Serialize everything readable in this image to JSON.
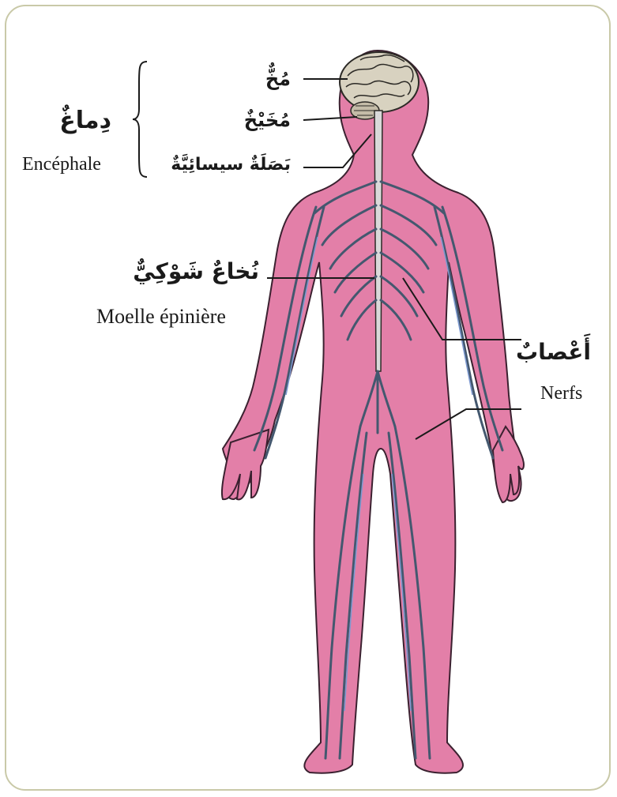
{
  "labels": {
    "brain": "مُخٌّ",
    "cerebellum": "مُخَيْخٌ",
    "medulla": "بَصَلَةٌ سيسائِيَّةٌ",
    "encephale_ar": "دِماغٌ",
    "encephale_fr": "Encéphale",
    "spinal_cord_ar": "نُخاعٌ شَوْكِيٌّ",
    "spinal_cord_fr": "Moelle épinière",
    "nerves_ar": "أَعْصابٌ",
    "nerves_fr": "Nerfs"
  },
  "colors": {
    "skin": "#e37fa8",
    "skin_outline": "#3b2130",
    "nerve": "#44586f",
    "nerve_highlight": "#7e9ad1",
    "spinal_cord": "#d9d9d9",
    "brain": "#d8d2c0",
    "frame": "#c9c9a8"
  }
}
